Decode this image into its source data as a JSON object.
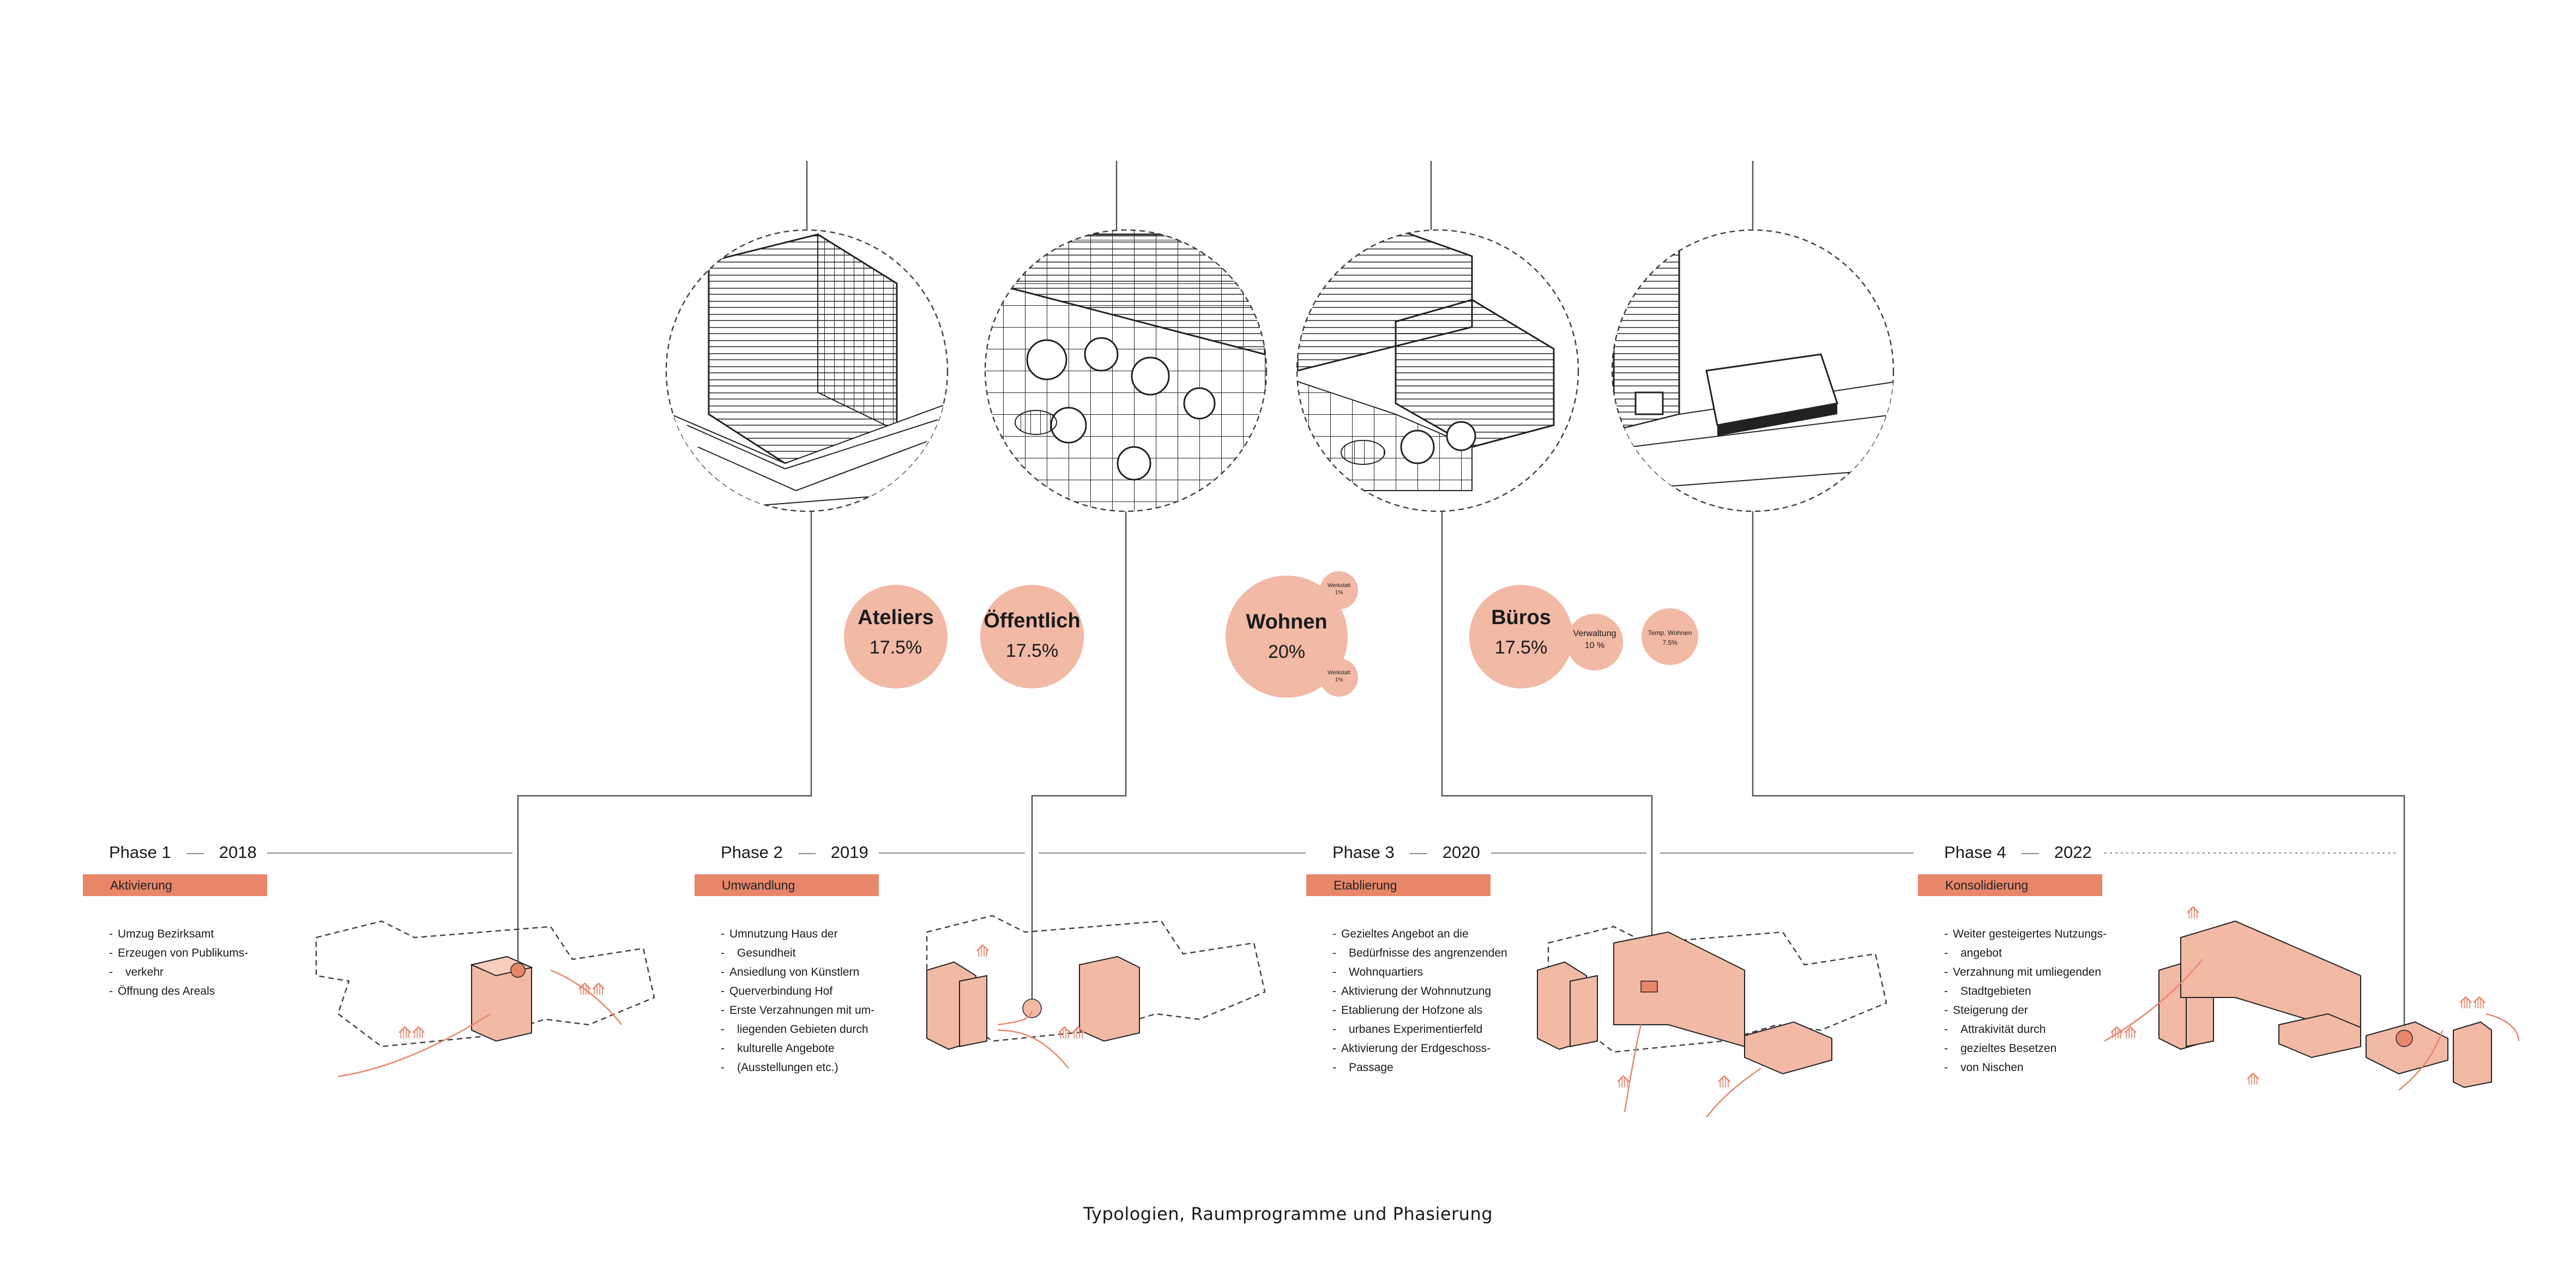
{
  "caption": "Typologien, Raumprogramme und Phasierung",
  "accent_color": "#e8866a",
  "bubble_color": "#f2b9a5",
  "programs": [
    {
      "name": "Ateliers",
      "value": "17.5%"
    },
    {
      "name": "Öffentlich",
      "value": "17.5%"
    },
    {
      "name": "Wohnen",
      "value": "20%"
    },
    {
      "name": "Büros",
      "value": "17.5%"
    }
  ],
  "small_bubbles": [
    {
      "name": "Werkstatt",
      "value": "1%"
    },
    {
      "name": "Werkstatt",
      "value": "1%"
    },
    {
      "name": "Verwaltung",
      "value": "10 %"
    },
    {
      "name": "Temp. Wohnen",
      "value": "7.5%"
    }
  ],
  "phases": [
    {
      "phase": "Phase 1",
      "year": "2018",
      "tag": "Aktivierung",
      "bullets": [
        "Umzug Bezirksamt",
        "Erzeugen von Publikums-",
        "verkehr",
        "Öffnung des Areals"
      ]
    },
    {
      "phase": "Phase 2",
      "year": "2019",
      "tag": "Umwandlung",
      "bullets": [
        "Umnutzung Haus der",
        "Gesundheit",
        "Ansiedlung von Künstlern",
        "Querverbindung Hof",
        "Erste Verzahnungen mit um-",
        "liegenden Gebieten durch",
        "kulturelle Angebote",
        "(Ausstellungen etc.)"
      ]
    },
    {
      "phase": "Phase 3",
      "year": "2020",
      "tag": "Etablierung",
      "bullets": [
        "Gezieltes Angebot an die",
        "Bedürfnisse des angrenzenden",
        "Wohnquartiers",
        "Aktivierung der Wohnnutzung",
        "Etablierung der Hofzone als",
        "urbanes Experimentierfeld",
        "Aktivierung der Erdgeschoss-",
        "Passage"
      ]
    },
    {
      "phase": "Phase 4",
      "year": "2022",
      "tag": "Konsolidierung",
      "bullets": [
        "Weiter gesteigertes Nutzungs-",
        "angebot",
        "Verzahnung mit umliegenden",
        "Stadtgebieten",
        "Steigerung der",
        "Attrakivität durch",
        "gezieltes Besetzen",
        "von Nischen"
      ]
    }
  ],
  "continuation_lines": [
    false,
    true,
    true,
    true,
    true,
    true,
    false,
    true
  ]
}
